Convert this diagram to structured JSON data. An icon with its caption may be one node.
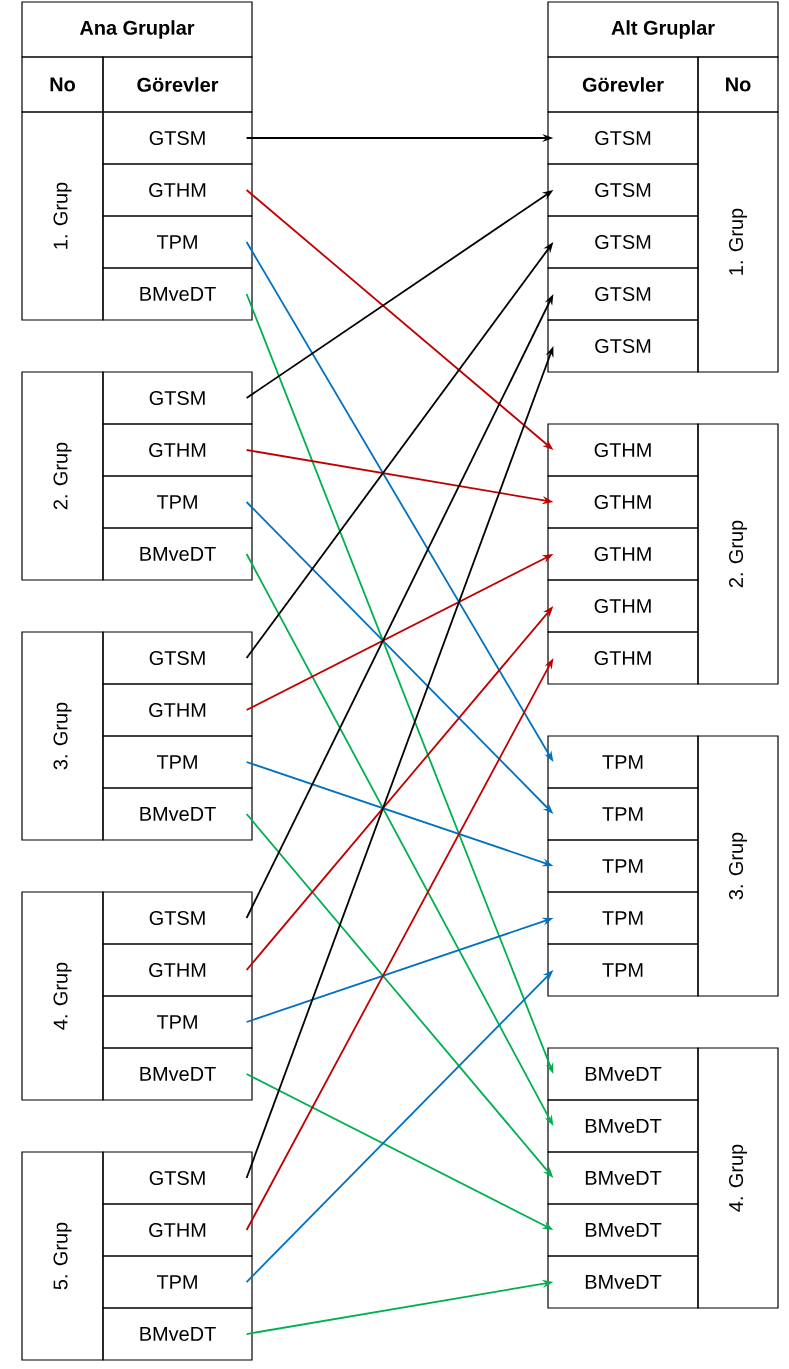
{
  "diagram": {
    "nodes": [
      {
        "text": [
          "Ana Gruplar"
        ]
      },
      {
        "text": [
          "No"
        ]
      },
      {
        "text": [
          "Görevler"
        ]
      },
      {
        "text": [
          "1. Grup"
        ]
      },
      {
        "text": [
          "GTSM"
        ]
      },
      {
        "text": [
          "GTHM"
        ]
      },
      {
        "text": [
          "TPM"
        ]
      },
      {
        "text": [
          "BMveDT"
        ]
      },
      {
        "text": [
          "2. Grup"
        ]
      },
      {
        "text": [
          "GTSM"
        ]
      },
      {
        "text": [
          "GTHM"
        ]
      },
      {
        "text": [
          "TPM"
        ]
      },
      {
        "text": [
          "BMveDT"
        ]
      },
      {
        "text": [
          "3. Grup"
        ]
      },
      {
        "text": [
          "GTSM"
        ]
      },
      {
        "text": [
          "GTHM"
        ]
      },
      {
        "text": [
          "TPM"
        ]
      },
      {
        "text": [
          "BMveDT"
        ]
      },
      {
        "text": [
          "4. Grup"
        ]
      },
      {
        "text": [
          "GTSM"
        ]
      },
      {
        "text": [
          "GTHM"
        ]
      },
      {
        "text": [
          "TPM"
        ]
      },
      {
        "text": [
          "BMveDT"
        ]
      },
      {
        "text": [
          "5. Grup"
        ]
      },
      {
        "text": [
          "GTSM"
        ]
      },
      {
        "text": [
          "GTHM"
        ]
      },
      {
        "text": [
          "TPM"
        ]
      },
      {
        "text": [
          "BMveDT"
        ]
      },
      {
        "text": [
          "Alt Gruplar"
        ]
      },
      {
        "text": [
          "Görevler"
        ]
      },
      {
        "text": [
          "No"
        ]
      },
      {
        "text": [
          "1. Grup"
        ]
      },
      {
        "text": [
          "GTSM"
        ]
      },
      {
        "text": [
          "GTSM"
        ]
      },
      {
        "text": [
          "GTSM"
        ]
      },
      {
        "text": [
          "GTSM"
        ]
      },
      {
        "text": [
          "GTSM"
        ]
      },
      {
        "text": [
          "2. Grup"
        ]
      },
      {
        "text": [
          "GTHM"
        ]
      },
      {
        "text": [
          "GTHM"
        ]
      },
      {
        "text": [
          "GTHM"
        ]
      },
      {
        "text": [
          "GTHM"
        ]
      },
      {
        "text": [
          "GTHM"
        ]
      },
      {
        "text": [
          "3. Grup"
        ]
      },
      {
        "text": [
          "TPM"
        ]
      },
      {
        "text": [
          "TPM"
        ]
      },
      {
        "text": [
          "TPM"
        ]
      },
      {
        "text": [
          "TPM"
        ]
      },
      {
        "text": [
          "TPM"
        ]
      },
      {
        "text": [
          "4. Grup"
        ]
      },
      {
        "text": [
          "BMveDT"
        ]
      },
      {
        "text": [
          "BMveDT"
        ]
      },
      {
        "text": [
          "BMveDT"
        ]
      },
      {
        "text": [
          "BMveDT"
        ]
      },
      {
        "text": [
          "BMveDT"
        ]
      }
    ],
    "edges": [
      {
        "from": 4,
        "to": 32,
        "arrow": "to",
        "color": "#000000"
      },
      {
        "from": 5,
        "to": 38,
        "arrow": "to",
        "color": "#c00000"
      },
      {
        "from": 6,
        "to": 44,
        "arrow": "to",
        "color": "#0070c0"
      },
      {
        "from": 7,
        "to": 50,
        "arrow": "to",
        "color": "#00b050"
      },
      {
        "from": 9,
        "to": 33,
        "arrow": "to",
        "color": "#000000"
      },
      {
        "from": 10,
        "to": 39,
        "arrow": "to",
        "color": "#c00000"
      },
      {
        "from": 11,
        "to": 45,
        "arrow": "to",
        "color": "#0070c0"
      },
      {
        "from": 12,
        "to": 51,
        "arrow": "to",
        "color": "#00b050"
      },
      {
        "from": 14,
        "to": 34,
        "arrow": "to",
        "color": "#000000"
      },
      {
        "from": 15,
        "to": 40,
        "arrow": "to",
        "color": "#c00000"
      },
      {
        "from": 16,
        "to": 46,
        "arrow": "to",
        "color": "#0070c0"
      },
      {
        "from": 17,
        "to": 52,
        "arrow": "to",
        "color": "#00b050"
      },
      {
        "from": 19,
        "to": 35,
        "arrow": "to",
        "color": "#000000"
      },
      {
        "from": 20,
        "to": 41,
        "arrow": "to",
        "color": "#c00000"
      },
      {
        "from": 21,
        "to": 47,
        "arrow": "to",
        "color": "#0070c0"
      },
      {
        "from": 22,
        "to": 53,
        "arrow": "to",
        "color": "#00b050"
      },
      {
        "from": 24,
        "to": 36,
        "arrow": "to",
        "color": "#000000"
      },
      {
        "from": 25,
        "to": 42,
        "arrow": "to",
        "color": "#c00000"
      },
      {
        "from": 26,
        "to": 48,
        "arrow": "to",
        "color": "#0070c0"
      },
      {
        "from": 27,
        "to": 54,
        "arrow": "to",
        "color": "#00b050"
      }
    ]
  }
}
